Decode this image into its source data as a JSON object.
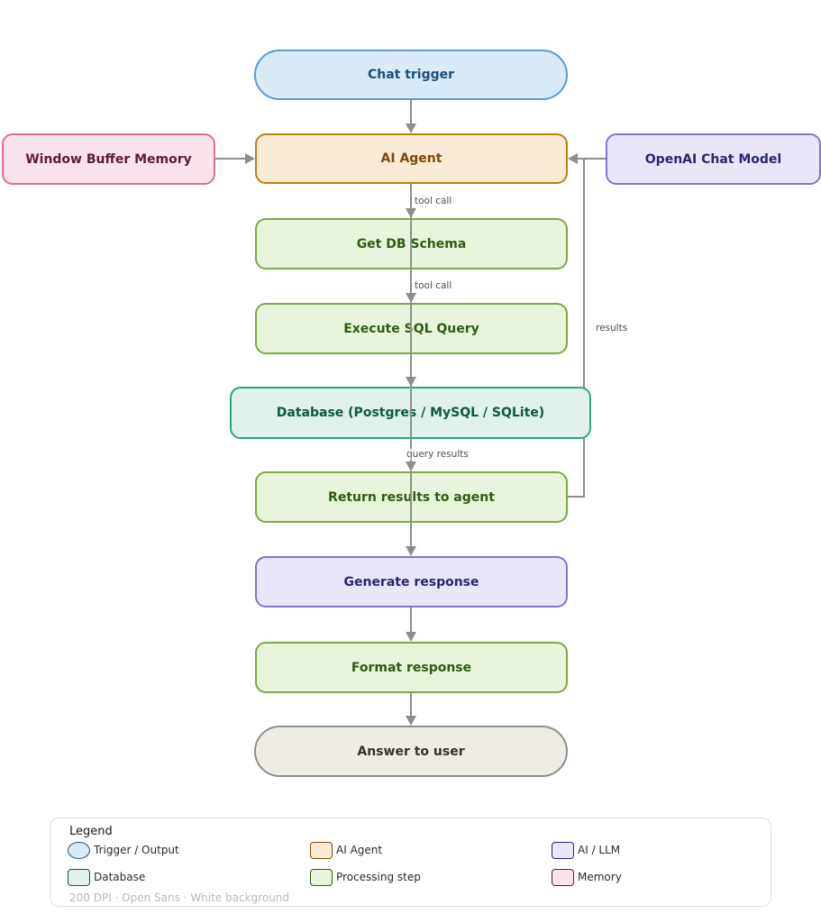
{
  "diagram": {
    "nodes": {
      "chat_trigger": {
        "label": "Chat trigger",
        "type": "trigger"
      },
      "ai_agent": {
        "label": "AI Agent",
        "type": "agent"
      },
      "window_buffer_memory": {
        "label": "Window Buffer Memory",
        "type": "memory"
      },
      "openai_chat_model": {
        "label": "OpenAI Chat Model",
        "type": "llm"
      },
      "get_db_schema": {
        "label": "Get DB Schema",
        "type": "process"
      },
      "execute_sql_query": {
        "label": "Execute SQL Query",
        "type": "process"
      },
      "database": {
        "label": "Database (Postgres / MySQL / SQLite)",
        "type": "database"
      },
      "return_results": {
        "label": "Return results to agent",
        "type": "process"
      },
      "generate_response": {
        "label": "Generate response",
        "type": "llm"
      },
      "format_response": {
        "label": "Format response",
        "type": "process"
      },
      "answer_to_user": {
        "label": "Answer to user",
        "type": "output"
      }
    },
    "edge_labels": {
      "tool_call_1": "tool call",
      "tool_call_2": "tool call",
      "query_results": "query results",
      "results": "results"
    }
  },
  "legend": {
    "title": "Legend",
    "items": [
      {
        "label": "Trigger / Output",
        "type": "trigger"
      },
      {
        "label": "AI Agent",
        "type": "agent"
      },
      {
        "label": "AI / LLM",
        "type": "llm"
      },
      {
        "label": "Database",
        "type": "database"
      },
      {
        "label": "Processing step",
        "type": "process"
      },
      {
        "label": "Memory",
        "type": "memory"
      }
    ],
    "footer": "200 DPI · Open Sans · White background"
  },
  "colors": {
    "trigger_fill": "#d9eaf8",
    "trigger_border": "#5b9bd5",
    "trigger_text": "#1b4f7e",
    "agent_fill": "#faebd7",
    "agent_border": "#c0810f",
    "agent_text": "#7a4a05",
    "memory_fill": "#fbe3ee",
    "memory_border": "#e06c9c",
    "memory_text": "#5a1c3a",
    "llm_fill": "#e9e6fa",
    "llm_border": "#8373d4",
    "llm_text": "#28286e",
    "process_fill": "#e9f4dd",
    "process_border": "#7ca848",
    "process_text": "#2f5c11",
    "database_fill": "#e0f2e9",
    "database_border": "#29a87c",
    "database_text": "#0d5a44",
    "output_fill": "#efece5",
    "output_border": "#8e8e8e",
    "output_text": "#333333",
    "edge": "#8e8e8e",
    "edge_label_text": "#4d4d4d"
  }
}
